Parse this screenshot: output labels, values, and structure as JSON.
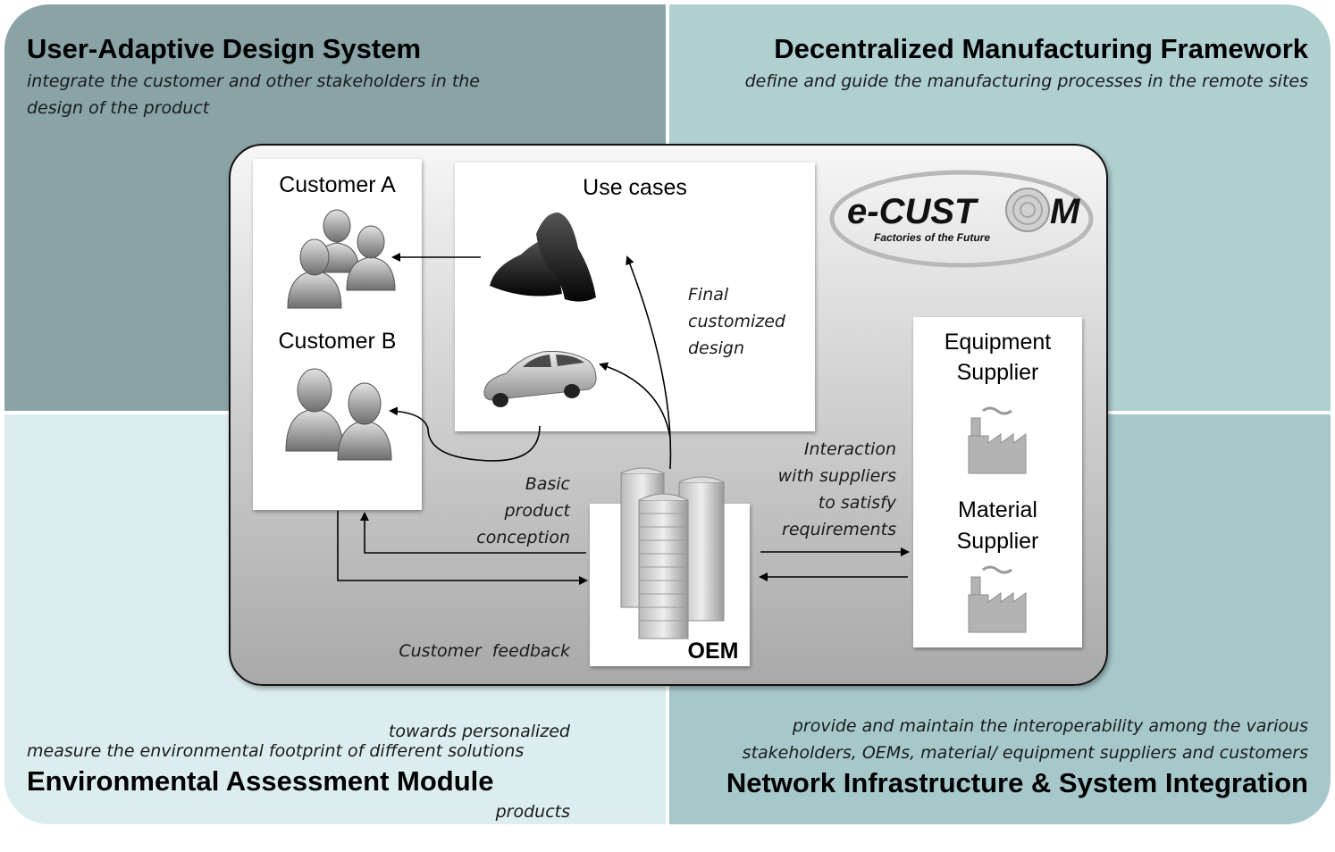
{
  "quadrants": {
    "top_left": {
      "title": "User-Adaptive Design System",
      "subtitle": "integrate the customer and other stakeholders in the design of the product"
    },
    "top_right": {
      "title": "Decentralized Manufacturing Framework",
      "subtitle": "define and guide the manufacturing processes in the remote sites"
    },
    "bottom_left": {
      "title": "Environmental Assessment Module",
      "subtitle": "measure the environmental footprint of different solutions"
    },
    "bottom_right": {
      "title": "Network Infrastructure & System Integration",
      "subtitle_line1": "provide and maintain the interoperability among the various",
      "subtitle_line2": "stakeholders, OEMs, material/ equipment suppliers and customers"
    }
  },
  "customers": {
    "a": "Customer A",
    "b": "Customer B"
  },
  "use_cases": {
    "title": "Use cases"
  },
  "logo": {
    "text": "e-CUSTOM",
    "tagline": "Factories of the Future"
  },
  "suppliers": {
    "equipment_1": "Equipment",
    "equipment_2": "Supplier",
    "material_1": "Material",
    "material_2": "Supplier"
  },
  "oem": {
    "label": "OEM"
  },
  "annotations": {
    "final_design": [
      "Final",
      "customized",
      "design"
    ],
    "basic_conception": [
      "Basic",
      "product",
      "conception"
    ],
    "feedback": [
      "Customer  feedback",
      "towards personalized",
      "products"
    ],
    "interaction": [
      "Interaction",
      "with suppliers",
      "to satisfy",
      "requirements"
    ]
  },
  "icons": [
    "people-group-icon",
    "couple-icon",
    "shoe-icon",
    "car-icon",
    "factory-icon",
    "skyscraper-icon"
  ],
  "colors": {
    "top_left": "#89a3a6",
    "top_right": "#afcfd1",
    "bottom_left": "#dcedee",
    "bottom_right": "#a6c8cb"
  }
}
